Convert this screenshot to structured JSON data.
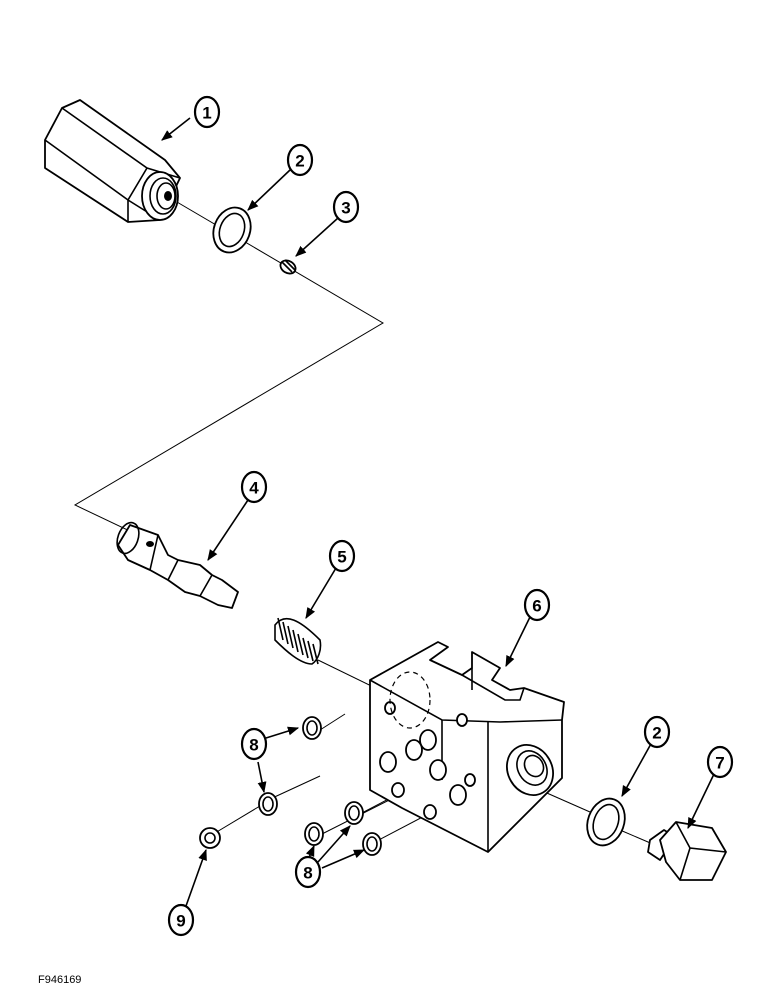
{
  "figure_id": "F946169",
  "callouts": {
    "c1": "1",
    "c2a": "2",
    "c3": "3",
    "c4": "4",
    "c5": "5",
    "c6": "6",
    "c2b": "2",
    "c7": "7",
    "c8a": "8",
    "c8b": "8",
    "c9": "9"
  }
}
